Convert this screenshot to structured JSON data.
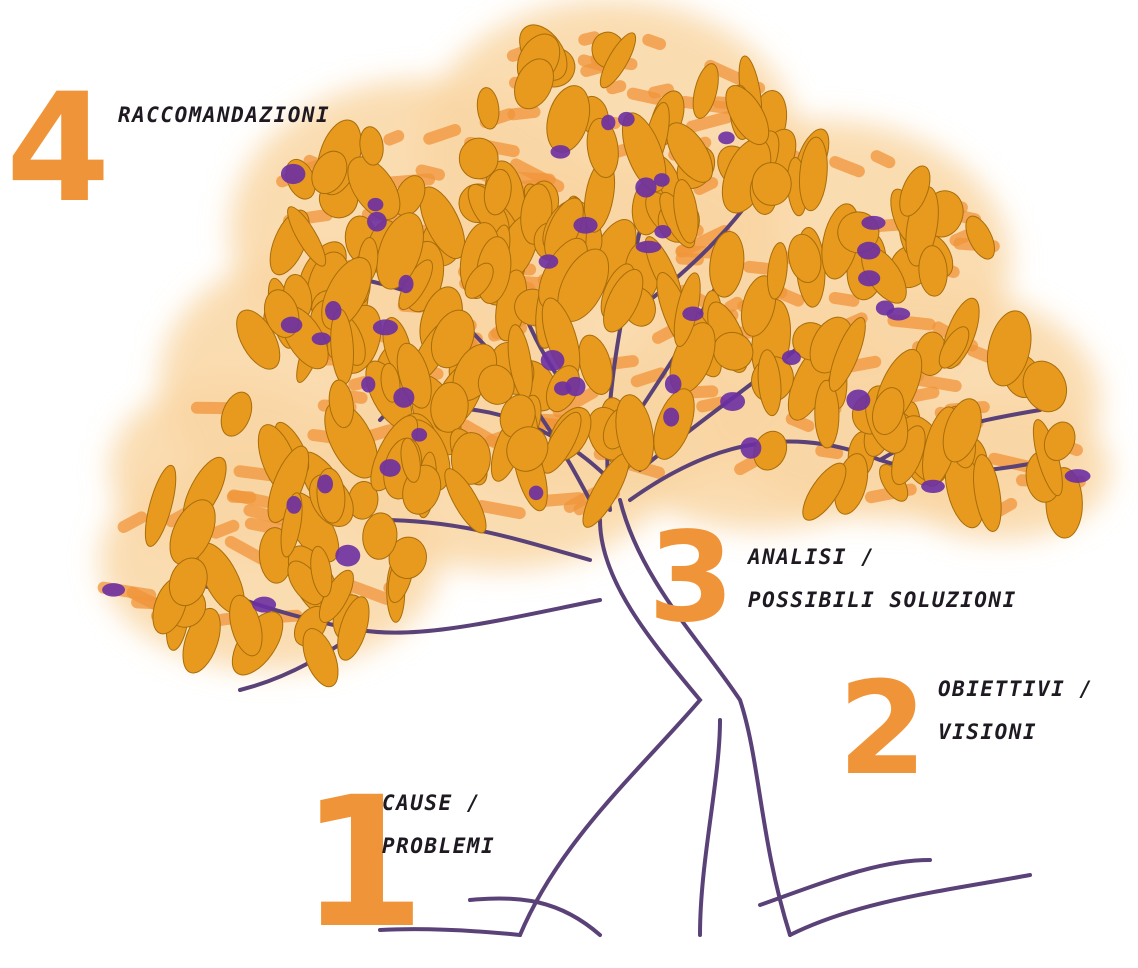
{
  "colors": {
    "accent": "#f0943a",
    "leaf": "#e89a1e",
    "leaf_stroke": "#a86d0a",
    "foliage_glow": "#f9d6a3",
    "bark": "#5a4178",
    "accent_purple": "#6b2fa3",
    "text": "#1f1a22"
  },
  "steps": [
    {
      "number": "4",
      "lines": [
        "RACCOMANDAZIONI"
      ]
    },
    {
      "number": "3",
      "lines": [
        "ANALISI /",
        "POSSIBILI SOLUZIONI"
      ]
    },
    {
      "number": "2",
      "lines": [
        "OBIETTIVI /",
        "VISIONI"
      ]
    },
    {
      "number": "1",
      "lines": [
        "CAUSE /",
        "PROBLEMI"
      ]
    }
  ]
}
